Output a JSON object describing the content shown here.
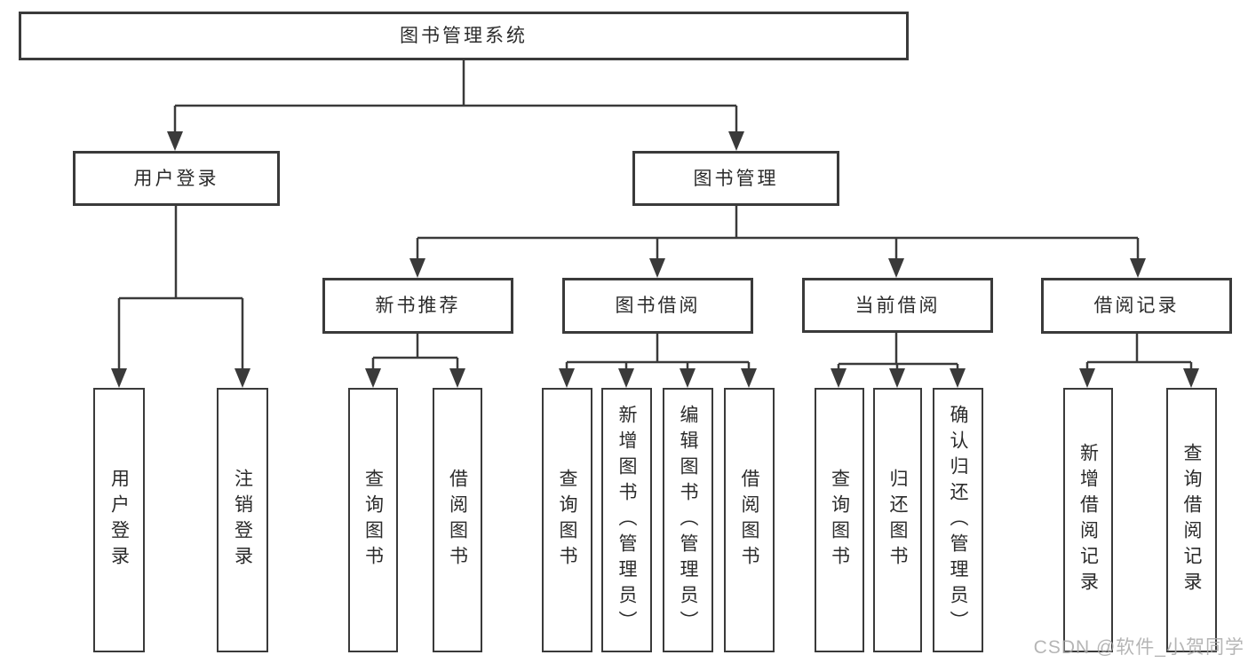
{
  "diagram": {
    "root": {
      "label": "图书管理系统"
    },
    "level2": [
      {
        "label": "用户登录"
      },
      {
        "label": "图书管理"
      }
    ],
    "level3": [
      {
        "label": "新书推荐"
      },
      {
        "label": "图书借阅"
      },
      {
        "label": "当前借阅"
      },
      {
        "label": "借阅记录"
      }
    ],
    "leaves": {
      "user_login": [
        {
          "label": "用户登录"
        },
        {
          "label": "注销登录"
        }
      ],
      "new_book": [
        {
          "label": "查询图书"
        },
        {
          "label": "借阅图书"
        }
      ],
      "book_borrow": [
        {
          "label": "查询图书"
        },
        {
          "label": "新增图书（管理员）"
        },
        {
          "label": "编辑图书（管理员）"
        },
        {
          "label": "借阅图书"
        }
      ],
      "current_borrow": [
        {
          "label": "查询图书"
        },
        {
          "label": "归还图书"
        },
        {
          "label": "确认归还（管理员）"
        }
      ],
      "borrow_record": [
        {
          "label": "新增借阅记录"
        },
        {
          "label": "查询借阅记录"
        }
      ]
    },
    "watermark": "CSDN @软件_小贺同学",
    "colors": {
      "line": "#3a3a3a",
      "text": "#2b2b2b",
      "box_bg": "#ffffff",
      "watermark": "#a9a9a9"
    }
  }
}
